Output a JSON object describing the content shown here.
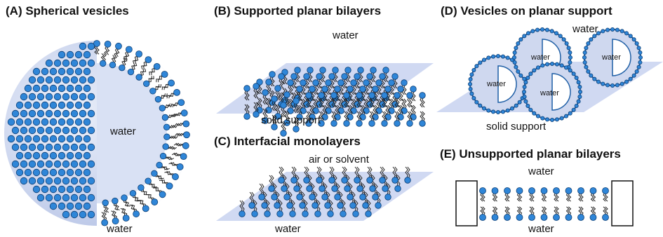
{
  "panels": {
    "a": {
      "title": "(A) Spherical vesicles",
      "inner_label": "water",
      "outer_label": "water"
    },
    "b": {
      "title": "(B) Supported planar bilayers",
      "top_label": "water",
      "bottom_label": "solid support"
    },
    "c": {
      "title": "(C) Interfacial monolayers",
      "top_label": "air or solvent",
      "bottom_label": "water"
    },
    "d": {
      "title": "(D) Vesicles on planar support",
      "top_label": "water",
      "vesicle_labels": [
        "water",
        "water",
        "water",
        "water"
      ],
      "bottom_label": "solid support"
    },
    "e": {
      "title": "(E) Unsupported planar bilayers",
      "top_label": "water",
      "bottom_label": "water"
    }
  },
  "colors": {
    "headgroup": "#2f86d8",
    "headgroup_stroke": "#0d3f75",
    "tail": "#222222",
    "support_plane": "#c8d2f0",
    "vesicle_fill": "#dfe6f6"
  }
}
